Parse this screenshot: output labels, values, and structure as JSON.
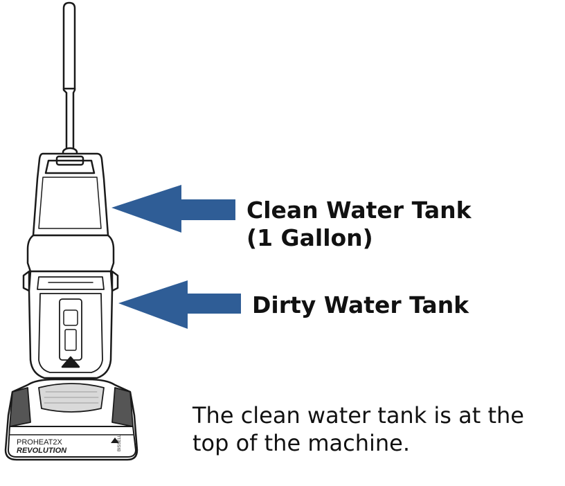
{
  "labels": {
    "clean_tank": "Clean Water Tank",
    "clean_tank_capacity": "(1 Gallon)",
    "dirty_tank": "Dirty Water Tank"
  },
  "caption": {
    "line1": "The clean water tank is at the",
    "line2": "top of the machine."
  },
  "machine": {
    "model_line1": "PROHEAT2X",
    "model_line2": "REVOLUTION",
    "brand": "BISSELL"
  },
  "colors": {
    "arrow": "#2f5d96",
    "outline": "#1a1a1a",
    "background": "#ffffff"
  }
}
